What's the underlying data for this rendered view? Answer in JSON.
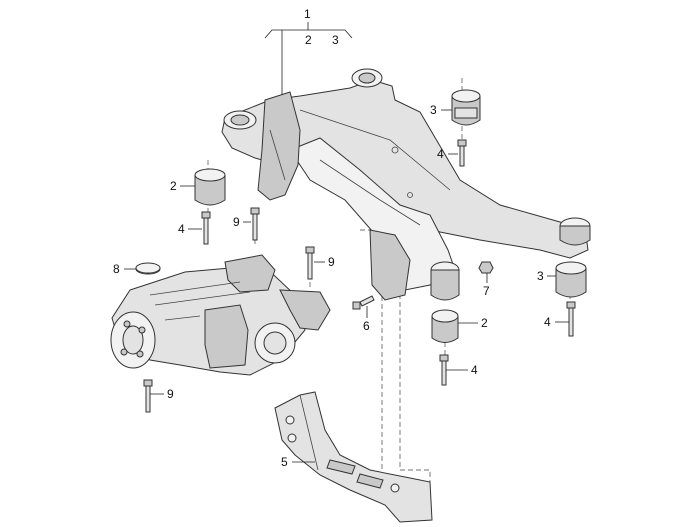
{
  "diagram": {
    "callouts": {
      "c1": "1",
      "c1_sub2": "2",
      "c1_sub3": "3",
      "c2_left": "2",
      "c2_right": "2",
      "c3_top": "3",
      "c3_right": "3",
      "c4_left": "4",
      "c4_top": "4",
      "c4_right": "4",
      "c4_bottom": "4",
      "c5": "5",
      "c6": "6",
      "c7": "7",
      "c8": "8",
      "c9_upper": "9",
      "c9_mid": "9",
      "c9_lower": "9"
    }
  }
}
